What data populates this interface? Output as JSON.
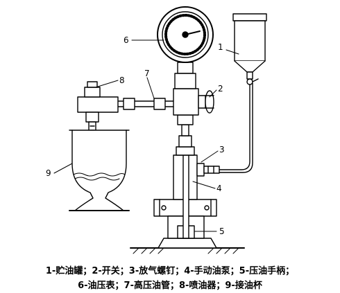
{
  "labels": {
    "n1": "1",
    "n2": "2",
    "n3": "3",
    "n4": "4",
    "n5": "5",
    "n6": "6",
    "n7": "7",
    "n8": "8",
    "n9": "9"
  },
  "caption": {
    "line1": "1-贮油罐；2-开关；3-放气螺钉；4-手动油泵；5-压油手柄；",
    "line2": "6-油压表；7-高压油管；8-喷油器；9-接油杯"
  }
}
